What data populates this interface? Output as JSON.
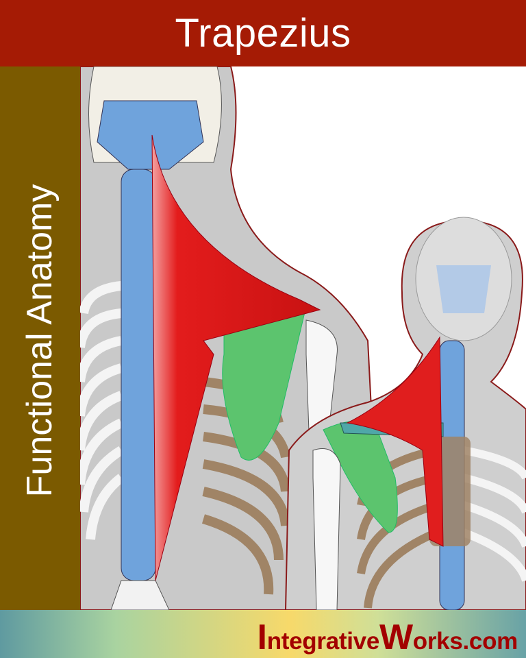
{
  "header": {
    "title": "Trapezius"
  },
  "sidebar": {
    "label": "Functional Anatomy"
  },
  "footer": {
    "logo_text": "IntegrativeWorks.com",
    "logo_parts": {
      "i": "I",
      "ntegrative": "ntegrative",
      "w": "W",
      "orks": "orks.com"
    }
  },
  "colors": {
    "header": "#a51b05",
    "sidebar": "#7b5a00",
    "muscle": "#e01e1e",
    "spine": "#6fa3dc",
    "scapula": "#5cc46e",
    "ribs": "#a08466",
    "body": "#c8c8c8",
    "logo": "#a30000"
  }
}
